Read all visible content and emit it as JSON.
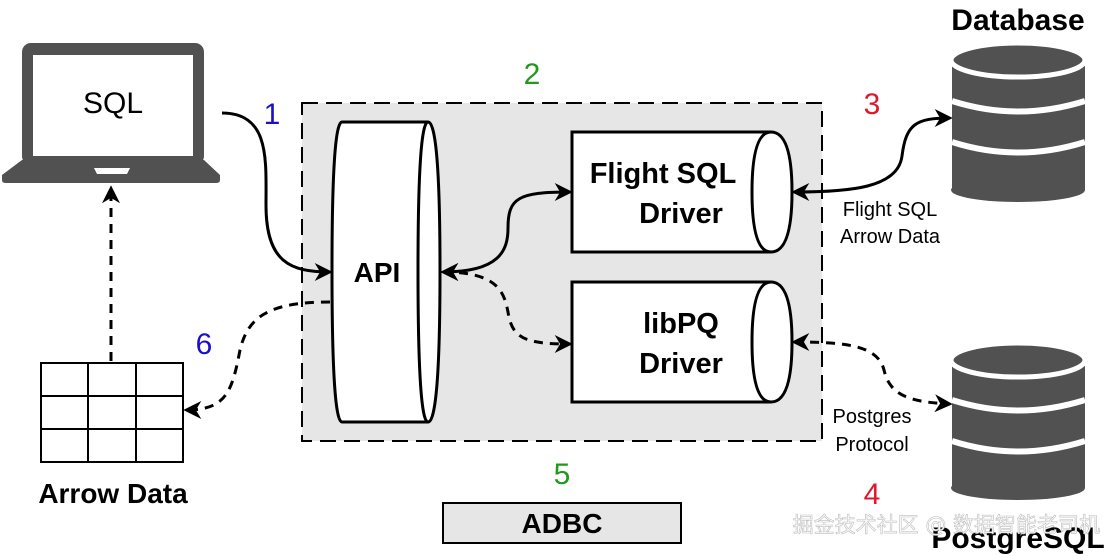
{
  "client": {
    "label": "SQL"
  },
  "result": {
    "label": "Arrow Data"
  },
  "adbc": {
    "api_label": "API",
    "label": "ADBC"
  },
  "drivers": [
    {
      "line1": "Flight SQL",
      "line2": "Driver"
    },
    {
      "line1": "libPQ",
      "line2": "Driver"
    }
  ],
  "databases": [
    {
      "label": "Database"
    },
    {
      "label": "PostgreSQL"
    }
  ],
  "protocols": [
    {
      "line1": "Flight SQL",
      "line2": "Arrow Data"
    },
    {
      "line1": "Postgres",
      "line2": "Protocol"
    }
  ],
  "steps": [
    {
      "number": "1",
      "color": "#1c0ec9"
    },
    {
      "number": "2",
      "color": "#1f9a1a"
    },
    {
      "number": "3",
      "color": "#e0162b"
    },
    {
      "number": "4",
      "color": "#e0162b"
    },
    {
      "number": "5",
      "color": "#1f9a1a"
    },
    {
      "number": "6",
      "color": "#1c0ec9"
    }
  ],
  "watermark": "掘金技术社区 @ 数据智能老司机"
}
